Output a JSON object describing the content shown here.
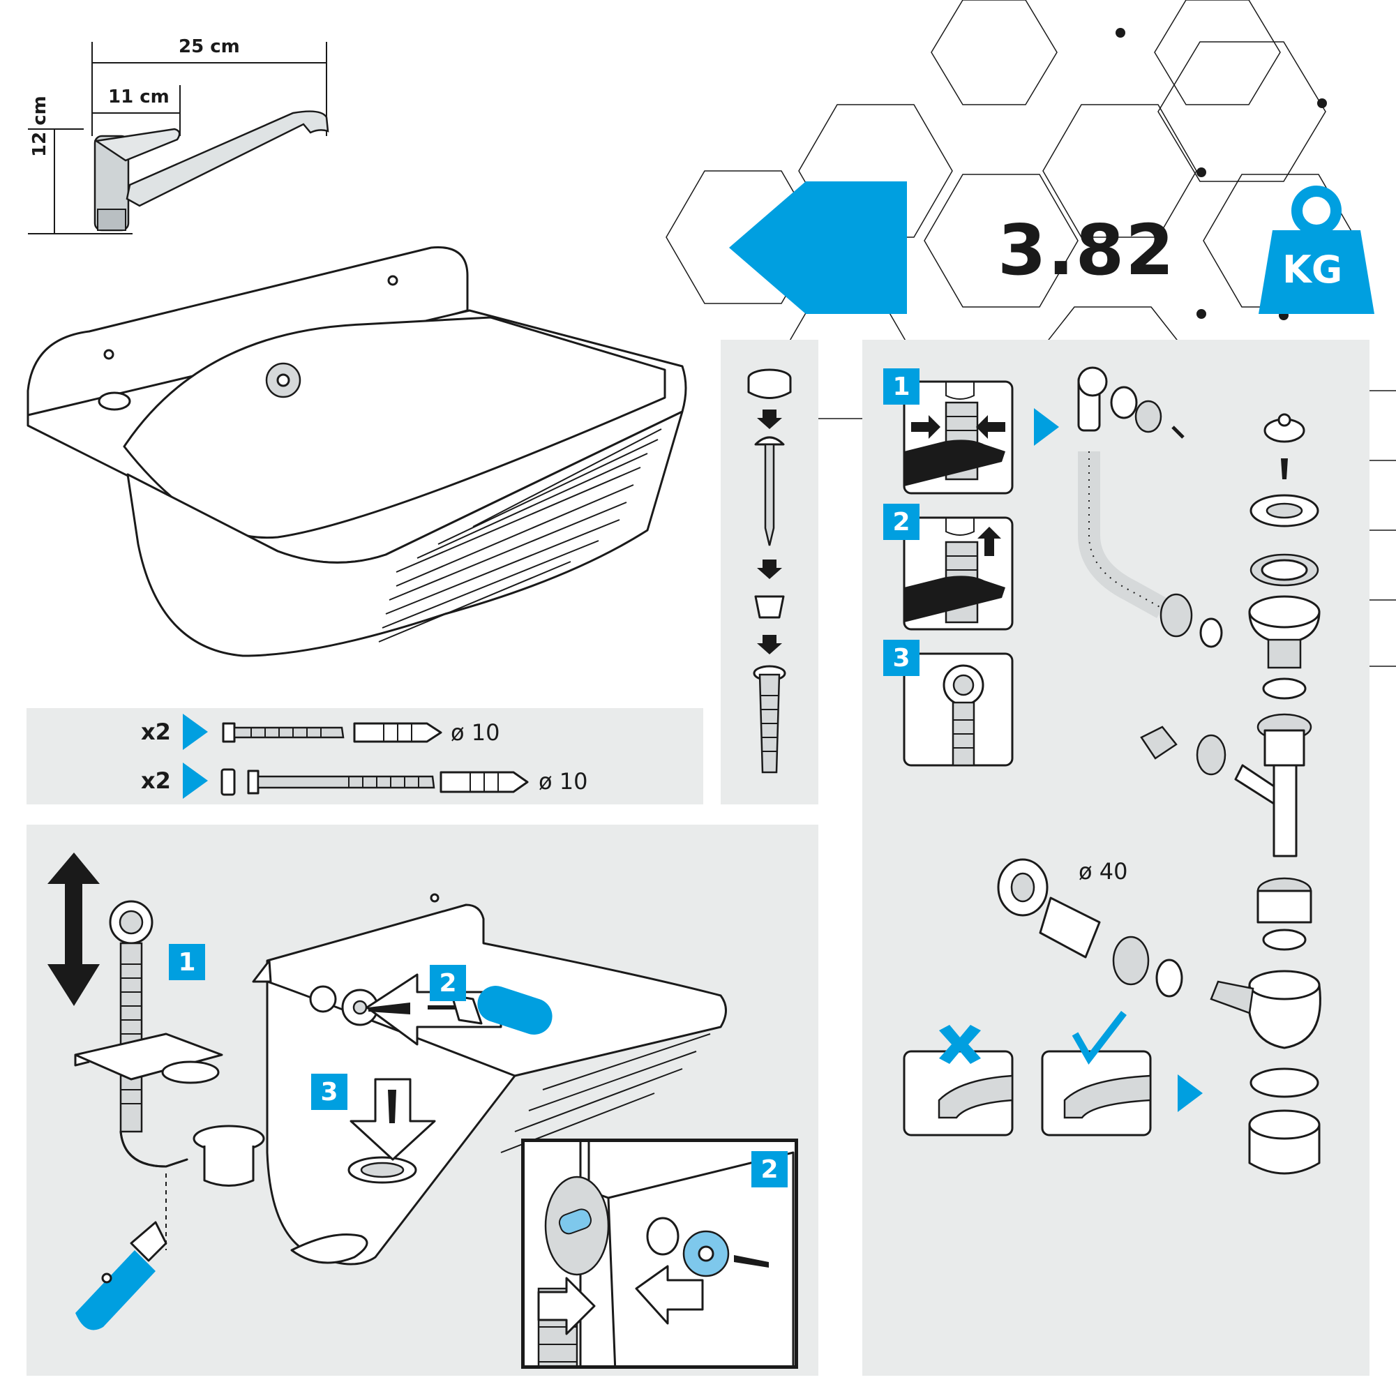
{
  "faucet_dimensions": {
    "width_total": "25 cm",
    "width_body": "11 cm",
    "height": "12 cm"
  },
  "weight": {
    "value": "3.82",
    "unit": "KG"
  },
  "fixings": [
    {
      "qty": "x2",
      "diameter": "ø 10"
    },
    {
      "qty": "x2",
      "diameter": "ø 10"
    }
  ],
  "install_steps": [
    "1",
    "2",
    "3"
  ],
  "inset_step": "2",
  "hose_steps": [
    "1",
    "2",
    "3"
  ],
  "pipe_diameter": "ø 40",
  "colors": {
    "accent": "#009fe0",
    "panel": "#e9ebeb",
    "ink": "#1a1a1a"
  },
  "icons": [
    "weight-icon",
    "arrow-left-icon",
    "cross-icon",
    "check-icon",
    "screwdriver-icon",
    "cutter-knife-icon",
    "hand-icon"
  ]
}
